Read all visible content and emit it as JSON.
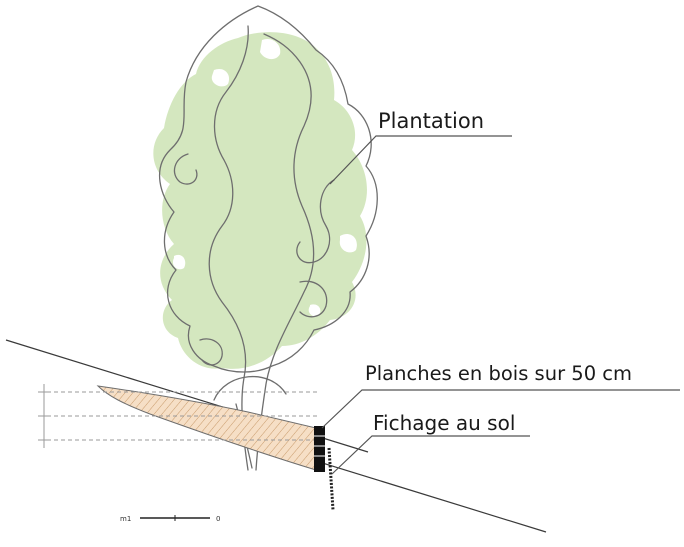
{
  "labels": {
    "plantation": "Plantation",
    "planches": "Planches en bois sur 50 cm",
    "fichage": "Fichage au sol"
  },
  "scale_bar": {
    "left_label": "m1",
    "right_label": "0"
  },
  "colors": {
    "foliage": "#d4e7bf",
    "outline": "#6e6e6e",
    "hatch_fill": "#f6dfc6",
    "hatch_line": "#c89a6a",
    "plank": "#111111",
    "leader": "#555555"
  }
}
